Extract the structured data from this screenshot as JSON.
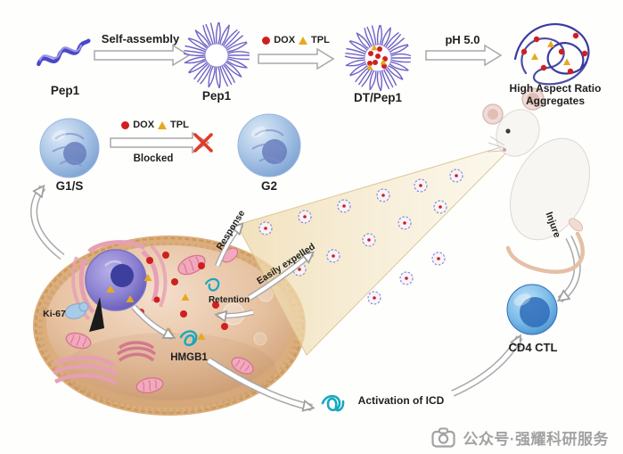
{
  "assembly_row": {
    "pep1_monomer_label": "Pep1",
    "self_assembly_label": "Self-assembly",
    "pep1_micelle_label": "Pep1",
    "dox_label": "DOX",
    "tpl_label": "TPL",
    "dt_pep1_label": "DT/Pep1",
    "ph_label": "pH 5.0",
    "aggregates_label": "High Aspect Ratio Aggregates"
  },
  "cell_cycle_row": {
    "g1s_label": "G1/S",
    "dox_label": "DOX",
    "tpl_label": "TPL",
    "blocked_label": "Blocked",
    "g2_label": "G2"
  },
  "tumor_cell": {
    "ki67_label": "Ki-67",
    "hmgb1_label": "HMGB1",
    "retention_label": "Retention"
  },
  "release_beam": {
    "response_label": "Response",
    "easily_expelled_label": "Easily expelled"
  },
  "immune_axis": {
    "injure_label": "Injure",
    "cd4_label": "CD4 CTL",
    "icd_label": "Activation of ICD"
  },
  "watermark": {
    "text": "公众号·强耀科研服务"
  },
  "colors": {
    "dox_red": "#cf1f1f",
    "tpl_yellow": "#e6a91f",
    "micelle_purple": "#6f63c6",
    "teal_protein": "#17a8c0",
    "beam_tan": "#f0dbaf"
  }
}
